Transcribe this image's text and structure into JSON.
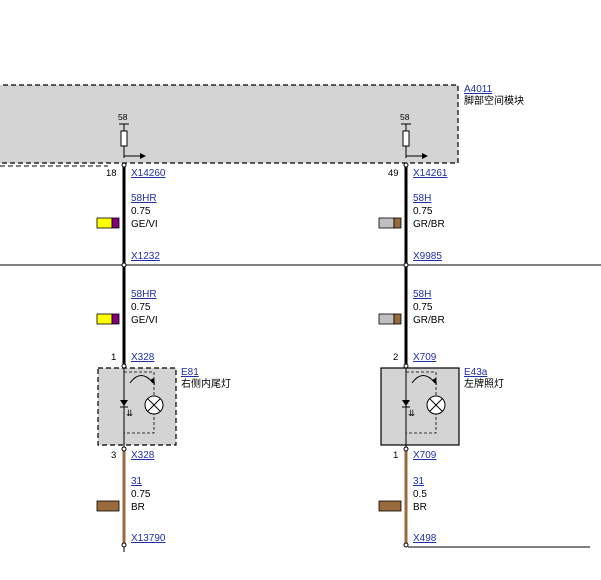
{
  "module": {
    "id": "A4011",
    "name": "脚部空间模块"
  },
  "fuse_labels": {
    "left": "58",
    "right": "58"
  },
  "left_branch": {
    "top_pin": "18",
    "top_connector": "X14260",
    "wire1": {
      "id": "58HR",
      "size": "0.75",
      "color": "GE/VI",
      "swatch": [
        "#ffff00",
        "#800080"
      ]
    },
    "mid_connector": "X1232",
    "wire2": {
      "id": "58HR",
      "size": "0.75",
      "color": "GE/VI",
      "swatch": [
        "#ffff00",
        "#800080"
      ]
    },
    "lamp_pin_top": "1",
    "lamp_connector_top": "X328",
    "lamp": {
      "id": "E81",
      "name": "右侧内尾灯"
    },
    "lamp_pin_bottom": "3",
    "lamp_connector_bottom": "X328",
    "wire3": {
      "id": "31",
      "size": "0.75",
      "color": "BR",
      "swatch": [
        "#9b6a3c",
        "#9b6a3c"
      ]
    },
    "ground_connector": "X13790"
  },
  "right_branch": {
    "top_pin": "49",
    "top_connector": "X14261",
    "wire1": {
      "id": "58H",
      "size": "0.75",
      "color": "GR/BR",
      "swatch": [
        "#c0c0c0",
        "#9b6a3c"
      ]
    },
    "mid_connector": "X9985",
    "wire2": {
      "id": "58H",
      "size": "0.75",
      "color": "GR/BR",
      "swatch": [
        "#c0c0c0",
        "#9b6a3c"
      ]
    },
    "lamp_pin_top": "2",
    "lamp_connector_top": "X709",
    "lamp": {
      "id": "E43a",
      "name": "左牌照灯"
    },
    "lamp_pin_bottom": "1",
    "lamp_connector_bottom": "X709",
    "wire3": {
      "id": "31",
      "size": "0.5",
      "color": "BR",
      "swatch": [
        "#9b6a3c",
        "#9b6a3c"
      ]
    },
    "ground_connector": "X498"
  },
  "colors": {
    "module_fill": "#d4d4d4",
    "lamp_fill": "#d4d4d4",
    "wire_black": "#000000",
    "wire_brown": "#9b6a3c",
    "link": "#1f2fa8"
  }
}
